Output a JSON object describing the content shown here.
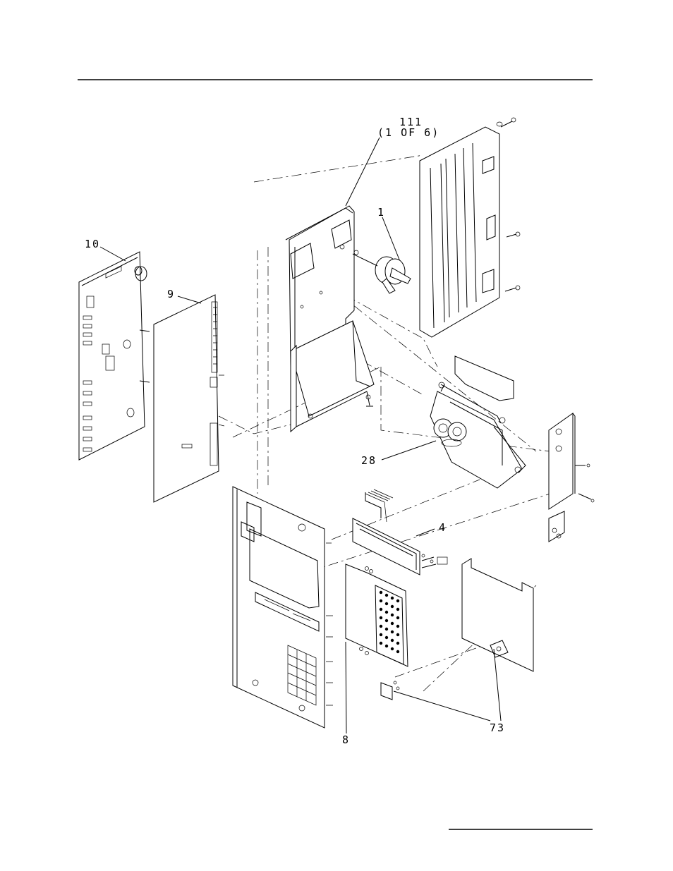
{
  "callouts": {
    "c111": "111",
    "c111_note": "(1  OF  6)",
    "c1": "1",
    "c10": "10",
    "c9": "9",
    "c28": "28",
    "c4": "4",
    "c8": "8",
    "c73": "73"
  }
}
